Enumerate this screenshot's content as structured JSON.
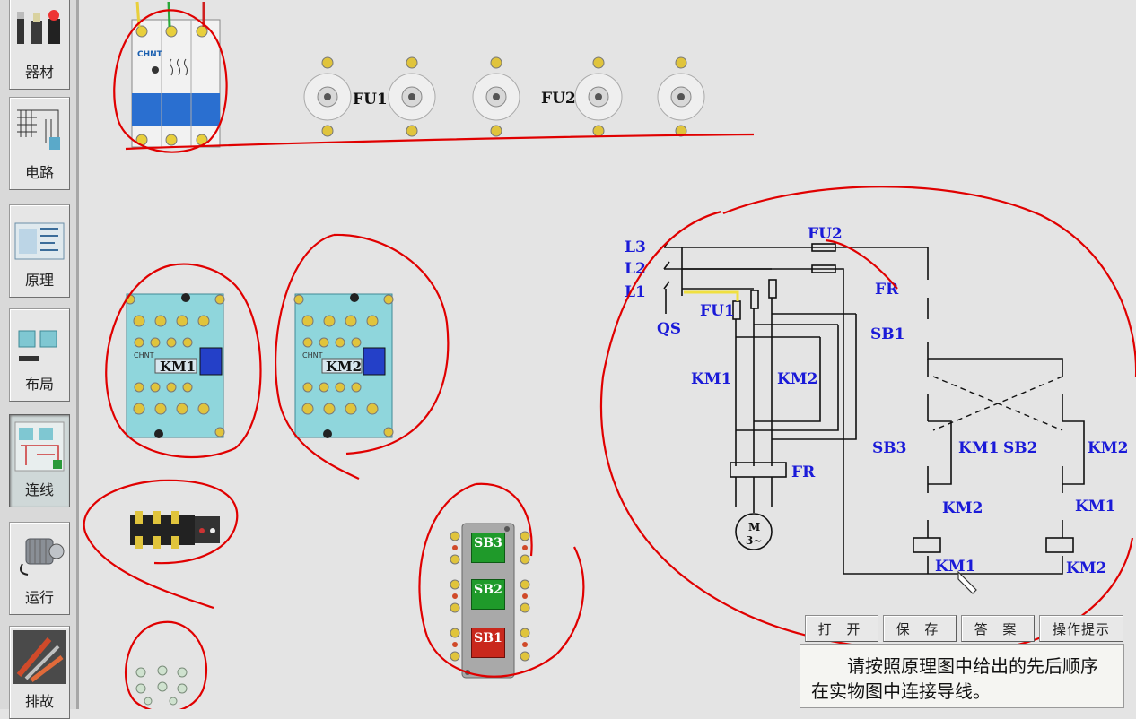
{
  "sidebar": {
    "items": [
      {
        "label": "器材"
      },
      {
        "label": "电路"
      },
      {
        "label": "原理"
      },
      {
        "label": "布局"
      },
      {
        "label": "连线",
        "active": true
      },
      {
        "label": "运行"
      },
      {
        "label": "排故"
      }
    ]
  },
  "components": {
    "breaker_brand": "CHNT",
    "fuse1_label": "FU1",
    "fuse2_label": "FU2",
    "contactor1_label": "KM1",
    "contactor2_label": "KM2",
    "contactor_brand": "CHNT",
    "buttons": [
      "SB3",
      "SB2",
      "SB1"
    ]
  },
  "schematic": {
    "labels": {
      "l3": "L3",
      "l2": "L2",
      "l1": "L1",
      "qs": "QS",
      "fu1": "FU1",
      "fu2": "FU2",
      "km1_main": "KM1",
      "km2_main": "KM2",
      "fr_thermal": "FR",
      "fr_contact": "FR",
      "sb1": "SB1",
      "sb3": "SB3",
      "km1_hold": "KM1",
      "sb2": "SB2",
      "km2_hold": "KM2",
      "km2_interlock": "KM2",
      "km1_interlock": "KM1",
      "km1_coil": "KM1",
      "km2_coil": "KM2",
      "motor_m": "M",
      "motor_type": "3~"
    }
  },
  "toolbar": {
    "open": "打  开",
    "save": "保  存",
    "answer": "答  案",
    "hint": "操作提示"
  },
  "instruction": "请按照原理图中给出的先后顺序在实物图中连接导线。",
  "colors": {
    "annotation": "#e00000",
    "schematic_label": "#1a1ad8",
    "contactor": "#8fd6dc",
    "button_green": "#1f9a2a",
    "button_red": "#c9281c"
  }
}
